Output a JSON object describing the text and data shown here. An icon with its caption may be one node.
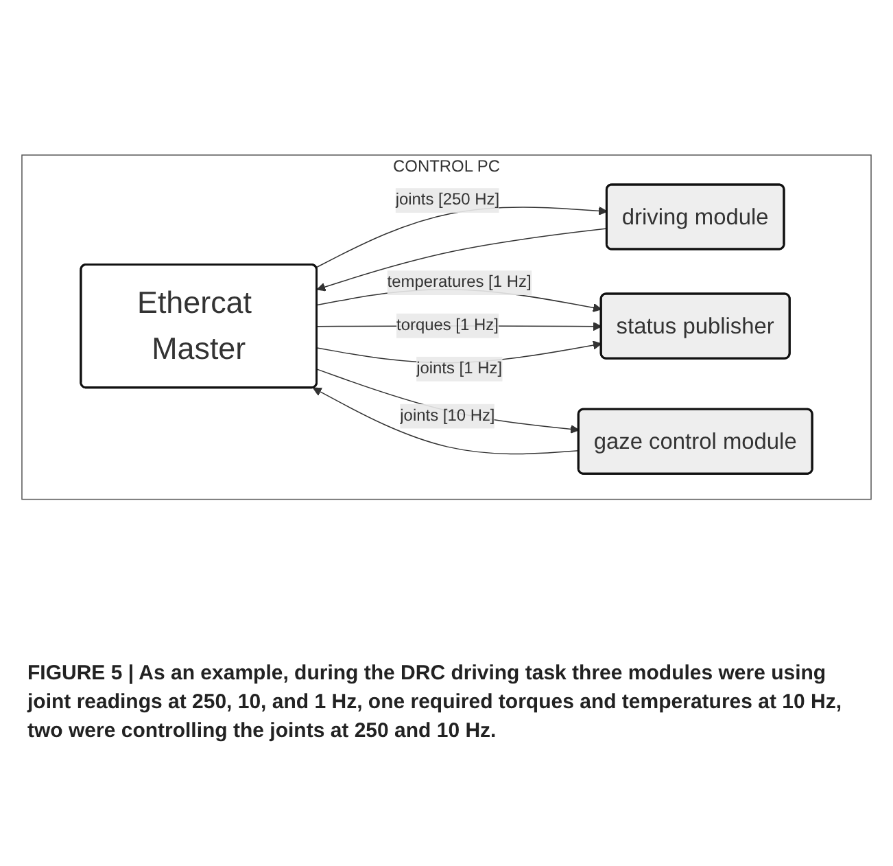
{
  "diagram": {
    "caption": "FIGURE 5 | As an example, during the DRC driving task three modules were using joint readings at 250, 10, and 1 Hz, one required torques and temperatures at 10 Hz, two were controlling the joints at 250 and 10 Hz.",
    "nodes": [
      {
        "text": [
          "CONTROL PC"
        ]
      },
      {
        "text": [
          "Ethercat Master"
        ],
        "in": 0
      },
      {
        "text": [
          "driving module"
        ],
        "in": 0
      },
      {
        "text": [
          "status publisher"
        ],
        "in": 0
      },
      {
        "text": [
          "gaze control module"
        ],
        "in": 0
      }
    ],
    "edges": [
      {
        "from": 1,
        "to": 2,
        "arrow": "to",
        "label": "joints [250 Hz]"
      },
      {
        "from": 2,
        "to": 1,
        "arrow": "to"
      },
      {
        "from": 1,
        "to": 3,
        "arrow": "to",
        "label": "temperatures [1 Hz]"
      },
      {
        "from": 1,
        "to": 3,
        "arrow": "to",
        "label": "torques [1 Hz]"
      },
      {
        "from": 1,
        "to": 3,
        "arrow": "to",
        "label": "joints [1 Hz]"
      },
      {
        "from": 4,
        "to": 1,
        "arrow": "to"
      },
      {
        "from": 1,
        "to": 4,
        "arrow": "to",
        "label": "joints [10 Hz]"
      }
    ]
  }
}
